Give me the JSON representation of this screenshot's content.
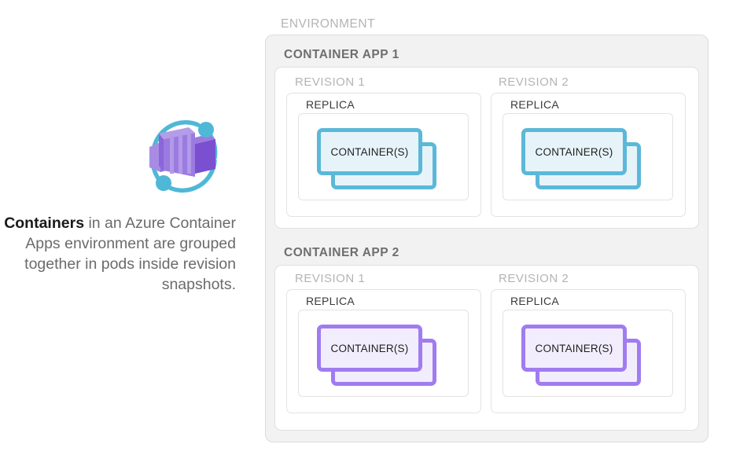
{
  "caption": {
    "bold_word": "Containers",
    "rest": " in an Azure Container Apps environment are grouped together in pods inside revision snapshots."
  },
  "logo": {
    "name": "azure-container-apps-icon",
    "purple_light": "#B69CE8",
    "purple_mid": "#9B7BE0",
    "purple_dark": "#7A4FD0",
    "teal": "#4FB8D6"
  },
  "colors": {
    "environment_fill": "#f2f2f2",
    "environment_border": "#dcdcdc",
    "app_fill": "#ffffff",
    "app_border": "#e0e0e0",
    "revision_border": "#e3e3e3",
    "replica_border": "#e3e3e3",
    "container_teal_border": "#5cb8d8",
    "container_teal_fill": "#e6f4fa",
    "container_purple_border": "#a07cf0",
    "container_purple_fill": "#f2edfc",
    "label_grey": "#b4b4b4",
    "label_dark": "#6e6e6e",
    "text_dark": "#1f1f1f"
  },
  "diagram": {
    "environment_label": "ENVIRONMENT",
    "apps": [
      {
        "label": "CONTAINER APP 1",
        "theme": "teal",
        "revisions": [
          {
            "label": "REVISION 1",
            "replica_label": "REPLICA",
            "container_label": "CONTAINER(S)"
          },
          {
            "label": "REVISION 2",
            "replica_label": "REPLICA",
            "container_label": "CONTAINER(S)"
          }
        ]
      },
      {
        "label": "CONTAINER APP 2",
        "theme": "purple",
        "revisions": [
          {
            "label": "REVISION 1",
            "replica_label": "REPLICA",
            "container_label": "CONTAINER(S)"
          },
          {
            "label": "REVISION 2",
            "replica_label": "REPLICA",
            "container_label": "CONTAINER(S)"
          }
        ]
      }
    ]
  }
}
